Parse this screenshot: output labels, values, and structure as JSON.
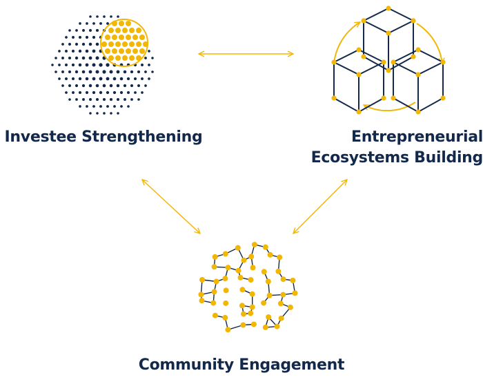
{
  "nodes": {
    "investee": {
      "label": "Investee Strengthening",
      "icon": "dotted-sphere-icon"
    },
    "ecosystems": {
      "label_line1": "Entrepreneurial",
      "label_line2": "Ecosystems Building",
      "icon": "connected-cubes-icon"
    },
    "community": {
      "label": "Community Engagement",
      "icon": "network-sphere-icon"
    }
  },
  "connections": [
    {
      "from": "investee",
      "to": "ecosystems",
      "style": "double-arrow"
    },
    {
      "from": "investee",
      "to": "community",
      "style": "double-arrow"
    },
    {
      "from": "ecosystems",
      "to": "community",
      "style": "double-arrow"
    }
  ],
  "colors": {
    "navy": "#13294b",
    "gold": "#f2b705"
  }
}
